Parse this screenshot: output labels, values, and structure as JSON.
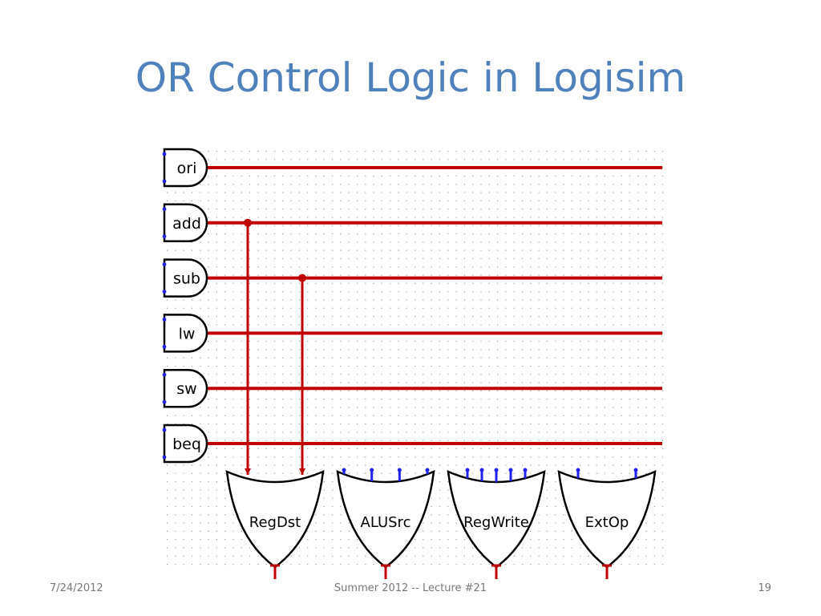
{
  "slide": {
    "title": "OR Control Logic in Logisim",
    "date": "7/24/2012",
    "footer": "Summer 2012 -- Lecture #21",
    "page_number": "19"
  },
  "colors": {
    "title": "#4F81BD",
    "wire": "#C00000",
    "pin": "#2222EE",
    "gate_stroke": "#000000",
    "grid_dot": "#9A9A9A",
    "footer_text": "#777777"
  },
  "inputs": [
    {
      "id": "ori",
      "label": "ori"
    },
    {
      "id": "add",
      "label": "add"
    },
    {
      "id": "sub",
      "label": "sub"
    },
    {
      "id": "lw",
      "label": "lw"
    },
    {
      "id": "sw",
      "label": "sw"
    },
    {
      "id": "beq",
      "label": "beq"
    }
  ],
  "or_gates": [
    {
      "id": "regdst",
      "label": "RegDst",
      "connected_inputs": [
        "add",
        "sub"
      ],
      "unconnected_pins": 0
    },
    {
      "id": "alusrc",
      "label": "ALUSrc",
      "connected_inputs": [],
      "unconnected_pins": 4
    },
    {
      "id": "regwrite",
      "label": "RegWrite",
      "connected_inputs": [],
      "unconnected_pins": 5
    },
    {
      "id": "extop",
      "label": "ExtOp",
      "connected_inputs": [],
      "unconnected_pins": 2
    }
  ]
}
